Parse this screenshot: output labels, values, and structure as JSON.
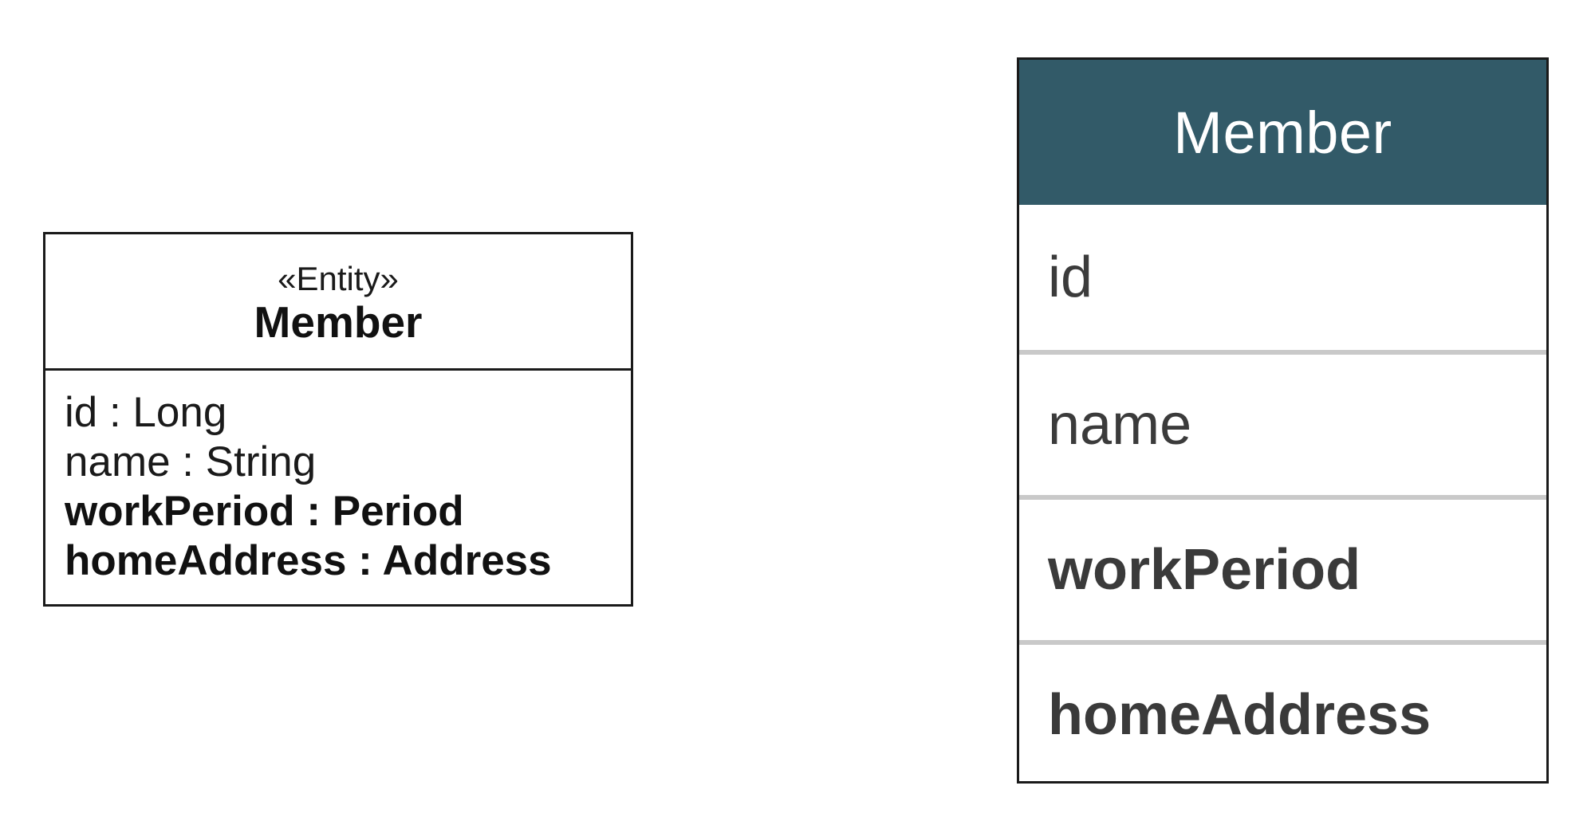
{
  "uml_class": {
    "stereotype": "«Entity»",
    "name": "Member",
    "attributes": [
      "id : Long",
      "name : String",
      "workPeriod : Period",
      "homeAddress : Address"
    ]
  },
  "entity_table": {
    "title": "Member",
    "rows": [
      "id",
      "name",
      "workPeriod",
      "homeAddress"
    ]
  },
  "colors": {
    "table_header_bg": "#325a68",
    "table_row_divider": "#c9c9c9",
    "border": "#1a1a1a"
  }
}
